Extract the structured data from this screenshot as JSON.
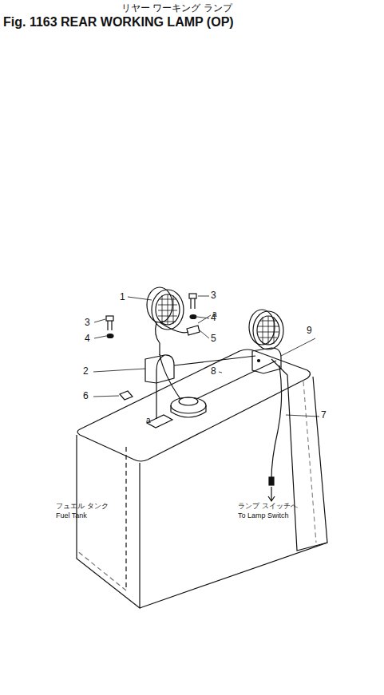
{
  "diagram": {
    "title": "Fig. 1163 REAR WORKING LAMP (OP)",
    "labels": [
      "リヤー ワーキング ランプ",
      "1",
      "3",
      "4",
      "2",
      "6",
      "3",
      "4",
      "5",
      "a",
      "a",
      "8",
      "9",
      "7",
      "フュエル タンク",
      "Fuel Tank",
      "ランプ スイッチへ",
      "To Lamp Switch"
    ]
  }
}
